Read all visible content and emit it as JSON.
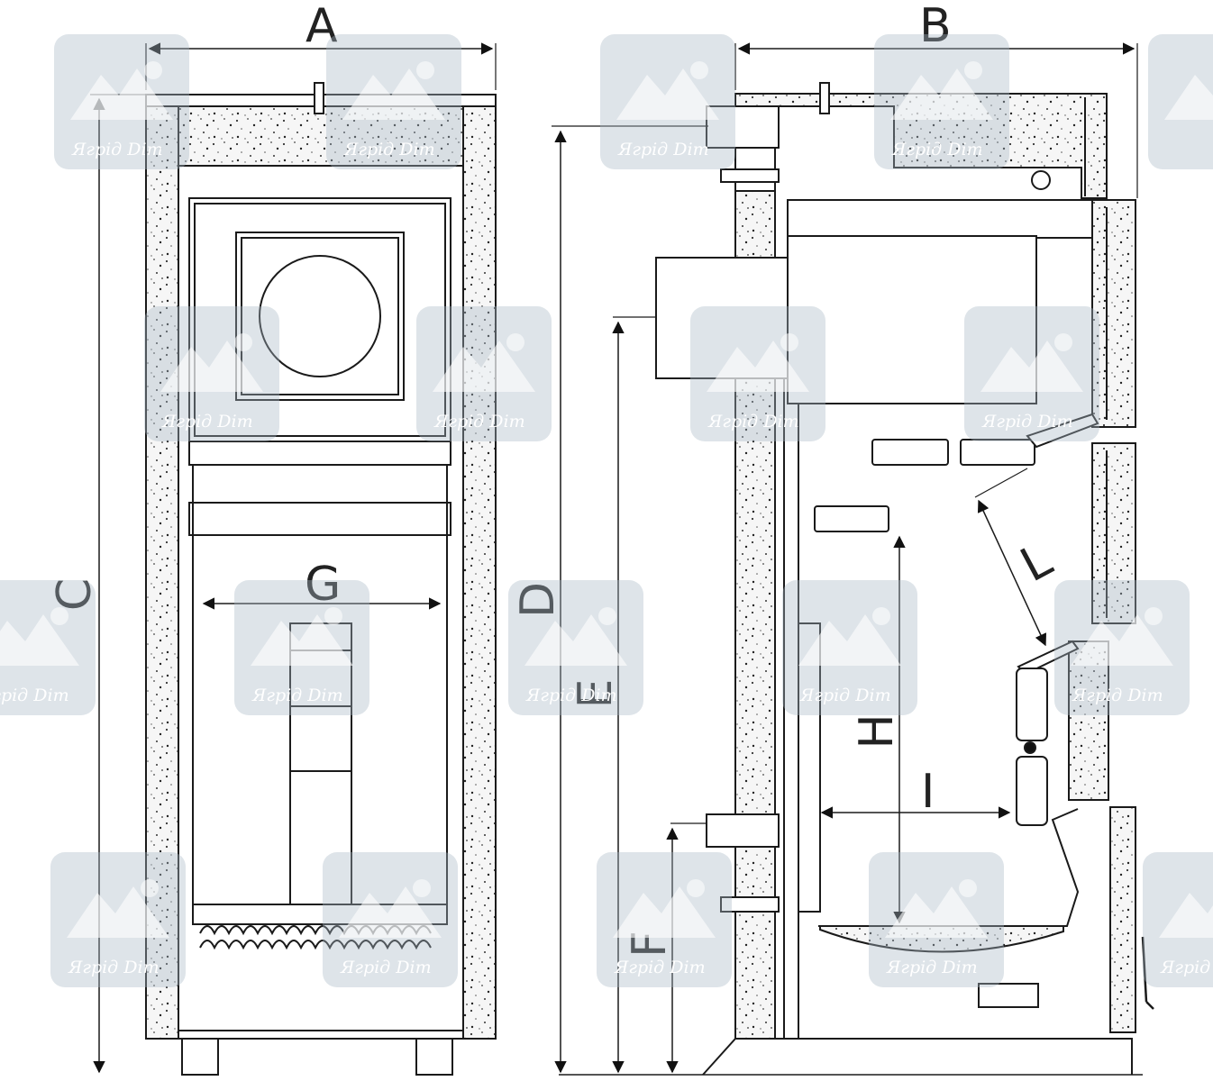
{
  "diagram": {
    "view_front": "front section",
    "view_side": "side section",
    "dimension_labels": {
      "A": "A",
      "B": "B",
      "C": "C",
      "D": "D",
      "E": "E",
      "F": "F",
      "G": "G",
      "H": "H",
      "I": "I",
      "L": "L"
    },
    "watermark_text": "Ягрід Dim",
    "colors": {
      "line": "#1a1a1a",
      "insulation_fill": "#f4f4f4",
      "speckle": "#3a3a3a",
      "watermark": "#a9b7c4"
    }
  }
}
